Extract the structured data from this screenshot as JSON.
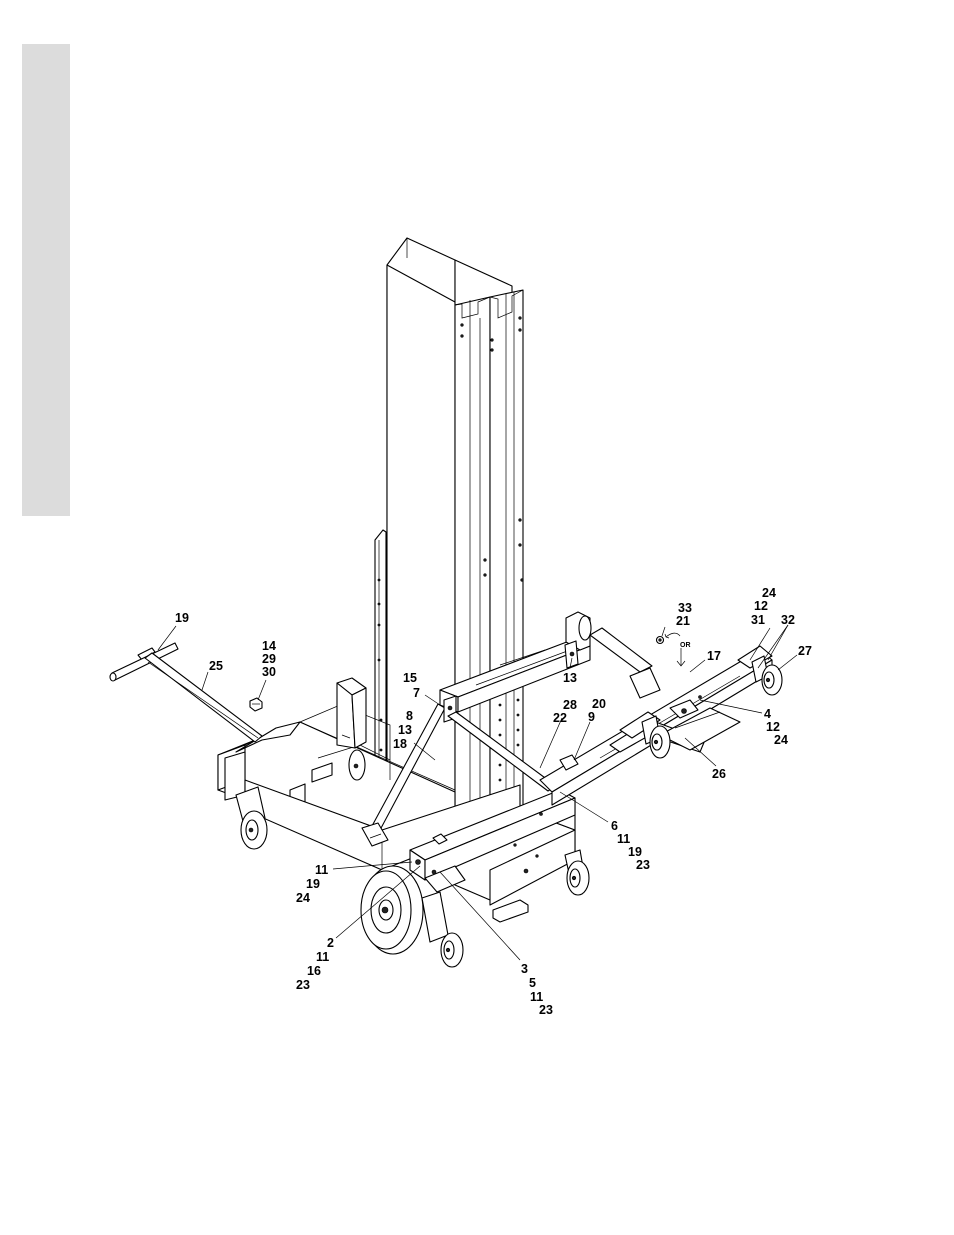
{
  "labels": {
    "l19a": "19",
    "l25": "25",
    "l14": "14",
    "l29": "29",
    "l30": "30",
    "l15": "15",
    "l7": "7",
    "l8": "8",
    "l13a": "13",
    "l18": "18",
    "l13b": "13",
    "l28": "28",
    "l22": "22",
    "l20": "20",
    "l9": "9",
    "l33": "33",
    "l21": "21",
    "l24a": "24",
    "l12a": "12",
    "l31": "31",
    "l32": "32",
    "l27": "27",
    "l17": "17",
    "l4": "4",
    "l12b": "12",
    "l24b": "24",
    "l26": "26",
    "l6": "6",
    "l11a": "11",
    "l19b": "19",
    "l23a": "23",
    "l11b": "11",
    "l19c": "19",
    "l24c": "24",
    "l2": "2",
    "l11c": "11",
    "l16": "16",
    "l23b": "23",
    "l3": "3",
    "l5": "5",
    "l11d": "11",
    "l23c": "23",
    "or": "OR"
  }
}
